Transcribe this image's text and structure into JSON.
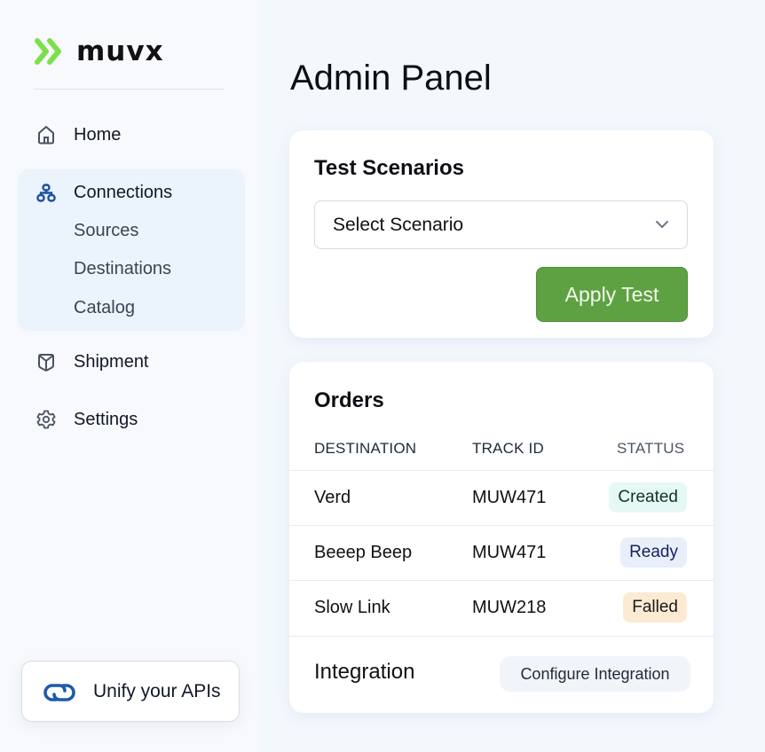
{
  "brand": {
    "name": "muvx",
    "accent": "#7ce04a"
  },
  "sidebar": {
    "items": [
      {
        "label": "Home",
        "icon": "home-icon"
      },
      {
        "label": "Connections",
        "icon": "connections-icon",
        "active": true,
        "children": [
          {
            "label": "Sources"
          },
          {
            "label": "Destinations"
          },
          {
            "label": "Catalog"
          }
        ]
      },
      {
        "label": "Shipment",
        "icon": "box-icon"
      },
      {
        "label": "Settings",
        "icon": "gear-icon"
      }
    ],
    "footer_button": {
      "label": "Unify your APIs",
      "icon": "link-icon"
    }
  },
  "main": {
    "title": "Admin Panel",
    "test_scenarios": {
      "title": "Test Scenarios",
      "select": {
        "value": "Select Scenario"
      },
      "apply_label": "Apply Test",
      "apply_color": "#5ea142"
    },
    "orders": {
      "title": "Orders",
      "columns": [
        "DESTINATION",
        "TRACK ID",
        "STATTUS"
      ],
      "rows": [
        {
          "destination": "Verd",
          "track_id": "MUW471",
          "status": "Created",
          "status_bg": "#e6f8f5",
          "status_fg": "#123322"
        },
        {
          "destination": "Beeep Beep",
          "track_id": "MUW471",
          "status": "Ready",
          "status_bg": "#e8effb",
          "status_fg": "#16205a"
        },
        {
          "destination": "Slow Link",
          "track_id": "MUW218",
          "status": "Falled",
          "status_bg": "#fcebd2",
          "status_fg": "#1a1a1a"
        }
      ],
      "integration": {
        "label": "Integration",
        "button_label": "Configure Integration"
      }
    }
  }
}
